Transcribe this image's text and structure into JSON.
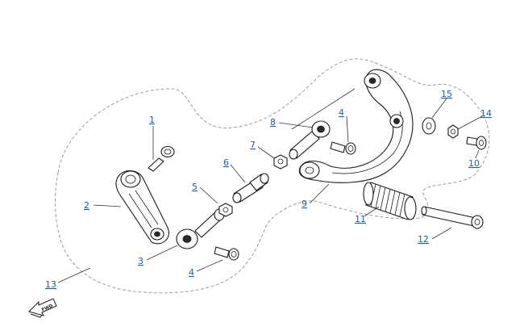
{
  "diagram": {
    "callouts": [
      {
        "id": "c1",
        "label": "1"
      },
      {
        "id": "c2",
        "label": "2"
      },
      {
        "id": "c3",
        "label": "3"
      },
      {
        "id": "c4a",
        "label": "4"
      },
      {
        "id": "c4b",
        "label": "4"
      },
      {
        "id": "c5",
        "label": "5"
      },
      {
        "id": "c6",
        "label": "6"
      },
      {
        "id": "c7",
        "label": "7"
      },
      {
        "id": "c8",
        "label": "8"
      },
      {
        "id": "c9",
        "label": "9"
      },
      {
        "id": "c10",
        "label": "10"
      },
      {
        "id": "c11",
        "label": "11"
      },
      {
        "id": "c12",
        "label": "12"
      },
      {
        "id": "c13",
        "label": "13"
      },
      {
        "id": "c14",
        "label": "14"
      },
      {
        "id": "c15",
        "label": "15"
      }
    ],
    "forward_arrow_label": "FWD",
    "colors": {
      "callout": "#1f5fa8",
      "linework": "#1a1a1a",
      "outline": "#9a9a9a"
    }
  }
}
